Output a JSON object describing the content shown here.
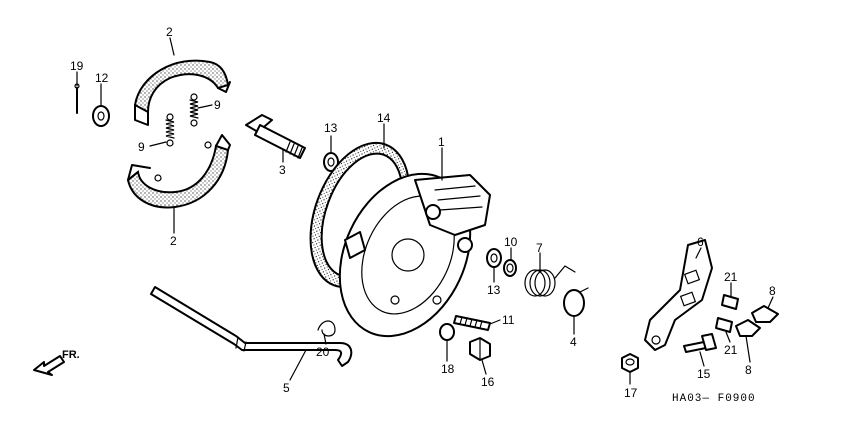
{
  "diagram": {
    "labels": [
      "1",
      "2",
      "2",
      "3",
      "4",
      "5",
      "6",
      "7",
      "8",
      "8",
      "9",
      "9",
      "10",
      "11",
      "12",
      "13",
      "13",
      "14",
      "15",
      "16",
      "17",
      "18",
      "19",
      "20",
      "21",
      "21"
    ],
    "direction_label": "FR.",
    "code": "HA03— F0900"
  }
}
